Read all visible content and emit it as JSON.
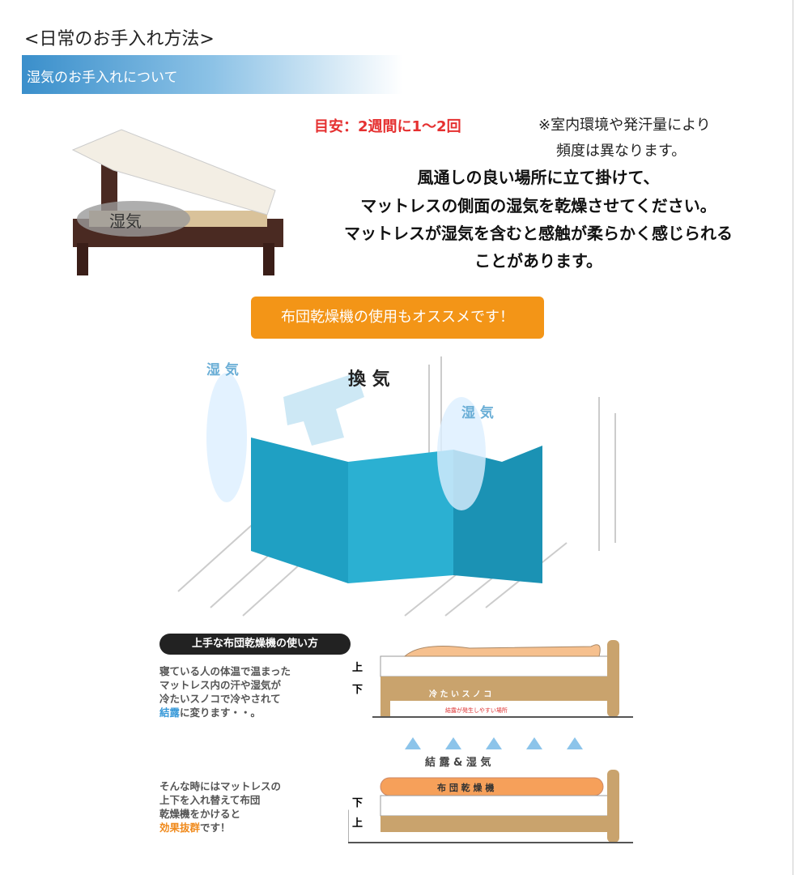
{
  "heading": "<日常のお手入れ方法>",
  "section_title": "湿気のお手入れについて",
  "bed_label": "湿気",
  "guide": "目安：2週間に1〜2回",
  "note_line1": "※室内環境や発汗量により",
  "note_line2": "頻度は異なります。",
  "main_lines": [
    "風通しの良い場所に立て掛けて、",
    "マットレスの側面の湿気を乾燥させてください。",
    "マットレスが湿気を含むと感触が柔らかく感じられる",
    "ことがあります。"
  ],
  "recommend": "布団乾燥機の使用もオススメです！",
  "illustration": {
    "moisture_left": "湿 気",
    "ventilation": "換 気",
    "moisture_right": "湿 気"
  },
  "howto": {
    "title": "上手な布団乾燥機の使い方",
    "text1": [
      "寝ている人の体温で温まった",
      "マットレス内の汗や湿気が",
      "冷たいスノコで冷やされて"
    ],
    "text1_highlight": "結露",
    "text1_end": "に変ります・・。",
    "text2": [
      "そんな時にはマットレスの",
      "上下を入れ替えて布団",
      "乾燥機をかけると"
    ],
    "text2_highlight": "効果抜群",
    "text2_end": "です！",
    "top": "上",
    "bottom": "下",
    "sunoko": "冷 た い ス ノ コ",
    "condense_place": "結露が発生しやすい場所",
    "arrows_label": "結 露 & 湿 気",
    "dryer": "布 団 乾 燥 機"
  },
  "colors": {
    "accent_blue": "#3a8fcb",
    "orange": "#f39517",
    "red": "#e53030",
    "mattress": "#2aa7c9"
  }
}
